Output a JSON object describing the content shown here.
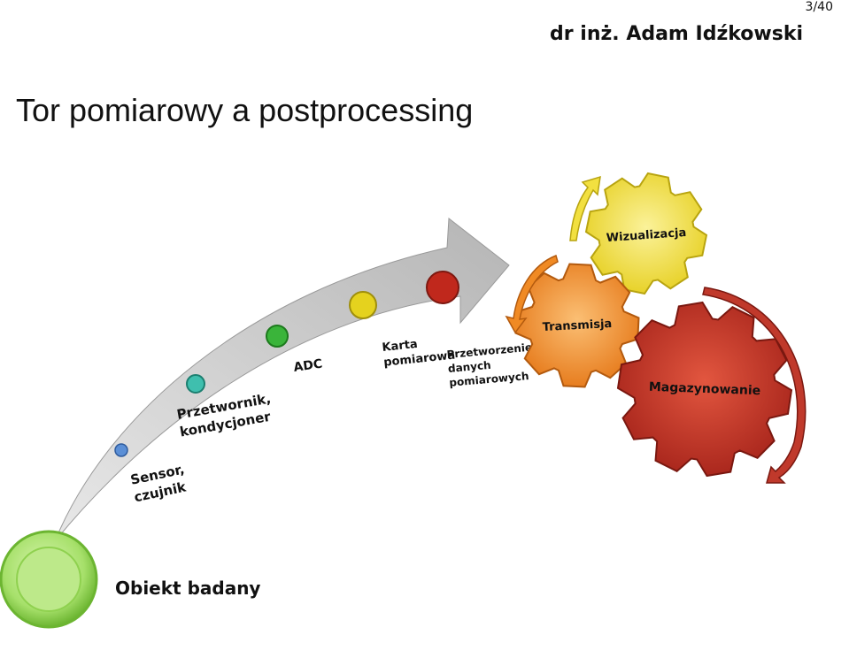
{
  "slide": {
    "page_number": "3/40",
    "author": "dr inż. Adam Idźkowski",
    "title": "Tor pomiarowy a postprocessing"
  },
  "pipeline": {
    "object_label": "Obiekt badany",
    "sensor_line1": "Sensor,",
    "sensor_line2": "czujnik",
    "converter_line1": "Przetwornik,",
    "converter_line2": "kondycjoner",
    "adc": "ADC",
    "card_line1": "Karta",
    "card_line2": "pomiarowa",
    "processing_line1": "Przetworzenie",
    "processing_line2": "danych",
    "processing_line3": "pomiarowych"
  },
  "gears": {
    "visualization": "Wizualizacja",
    "transmission": "Transmisja",
    "storage": "Magazynowanie"
  },
  "colors": {
    "arrow": "#c8c8c8",
    "object_green": "#8fd14f",
    "dot_blue": "#5b8fd6",
    "dot_teal": "#3fbfae",
    "dot_green": "#3ab43a",
    "dot_yellow": "#e5d21e",
    "dot_red": "#c0281c",
    "gear_yellow": "#f1e24a",
    "gear_orange": "#f08a24",
    "gear_red": "#c0392b"
  }
}
